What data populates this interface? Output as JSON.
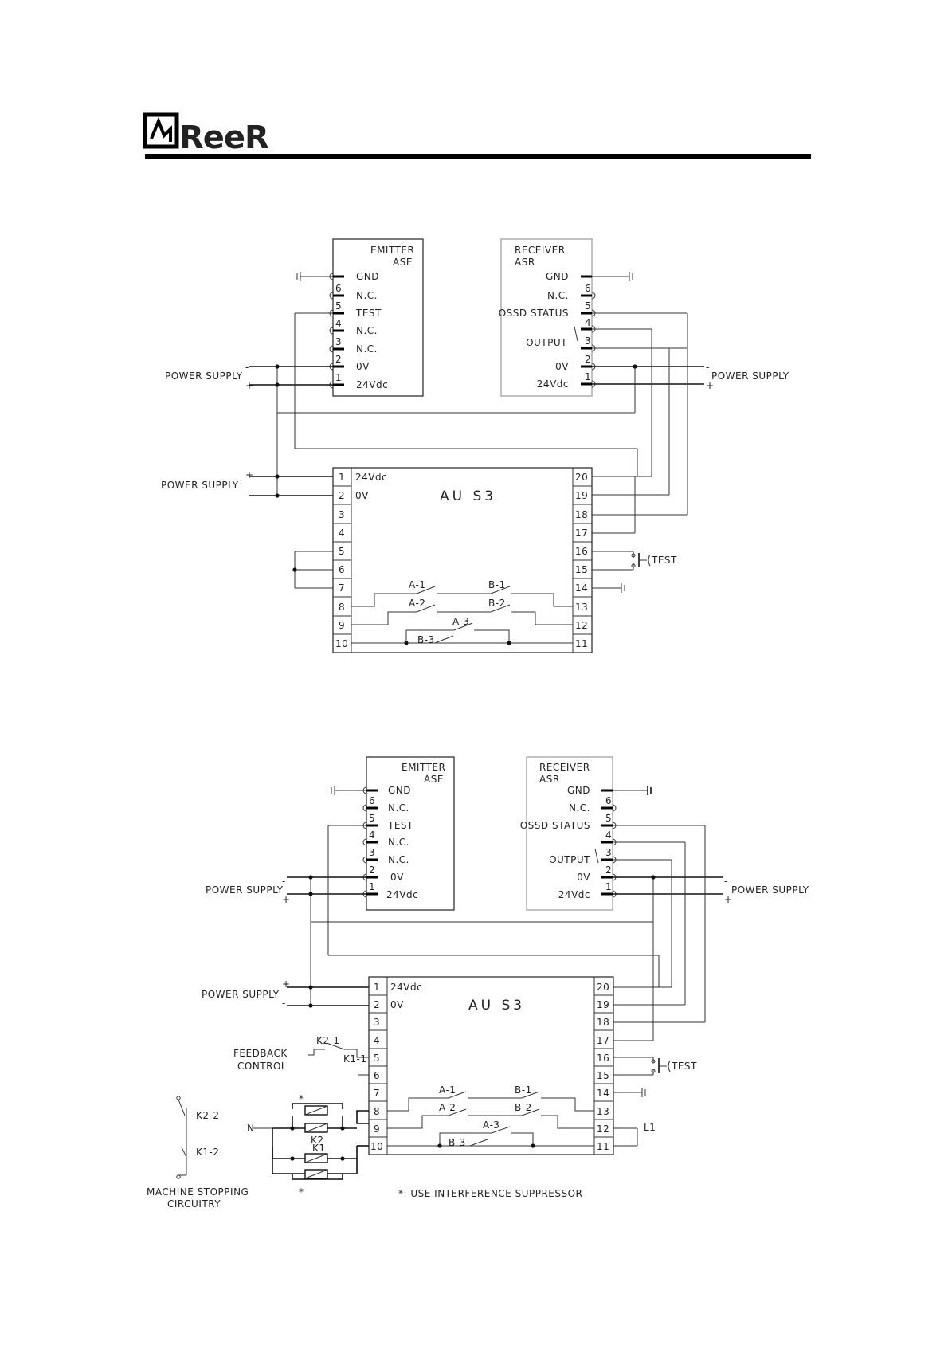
{
  "brand": {
    "logo_text": "ReeR"
  },
  "common": {
    "emitter_title": "EMITTER",
    "emitter_model": "ASE",
    "receiver_title": "RECEIVER",
    "receiver_model": "ASR",
    "module_name": "AU S3",
    "power_supply": "POWER SUPPLY",
    "test_label": "TEST",
    "emitter_pins": [
      {
        "num": "",
        "label": "GND"
      },
      {
        "num": "6",
        "label": "N.C."
      },
      {
        "num": "5",
        "label": "TEST"
      },
      {
        "num": "4",
        "label": "N.C."
      },
      {
        "num": "3",
        "label": "N.C."
      },
      {
        "num": "2",
        "label": "0V"
      },
      {
        "num": "1",
        "label": "24Vdc"
      }
    ],
    "receiver_pins": [
      {
        "num": "",
        "label": "GND"
      },
      {
        "num": "6",
        "label": "N.C."
      },
      {
        "num": "5",
        "label": "OSSD STATUS"
      },
      {
        "num": "4",
        "label": ""
      },
      {
        "num": "3",
        "label": "OUTPUT"
      },
      {
        "num": "2",
        "label": "0V"
      },
      {
        "num": "1",
        "label": "24Vdc"
      }
    ],
    "left_terminals": [
      "1",
      "2",
      "3",
      "4",
      "5",
      "6",
      "7",
      "8",
      "9",
      "10"
    ],
    "right_terminals": [
      "20",
      "19",
      "18",
      "17",
      "16",
      "15",
      "14",
      "13",
      "12",
      "11"
    ],
    "left_term_labels": {
      "t1": "24Vdc",
      "t2": "0V"
    },
    "contacts": [
      "A-1",
      "B-1",
      "A-2",
      "B-2",
      "A-3",
      "B-3"
    ],
    "plus": "+",
    "minus": "-"
  },
  "diagram2": {
    "feedback_line1": "FEEDBACK",
    "feedback_line2": "CONTROL",
    "k2_1": "K2-1",
    "k1_1": "K1-1",
    "k2_2": "K2-2",
    "k1_2": "K1-2",
    "k1": "K1",
    "k2": "K2",
    "n_label": "N",
    "l1_label": "L1",
    "asterisk": "*",
    "machine_line1": "MACHINE STOPPING",
    "machine_line2": "CIRCUITRY",
    "suppressor_note": "*: USE INTERFERENCE SUPPRESSOR"
  }
}
